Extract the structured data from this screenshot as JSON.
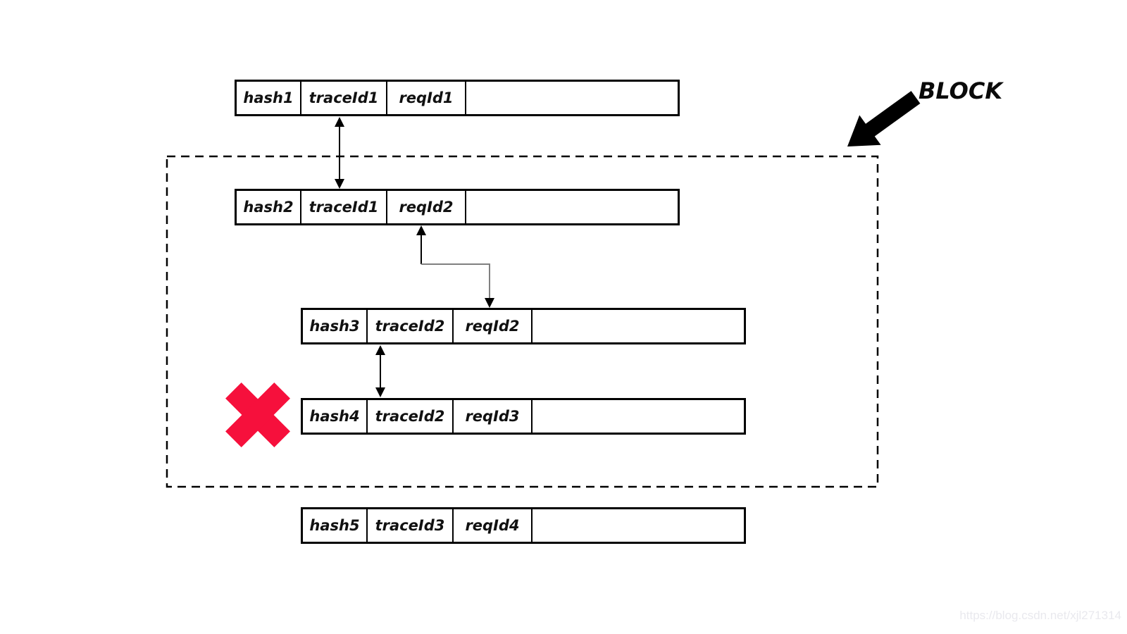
{
  "diagram": {
    "block_label": "BLOCK",
    "rows": [
      {
        "name": "record-1",
        "cells": [
          "hash1",
          "traceId1",
          "reqId1",
          ""
        ]
      },
      {
        "name": "record-2",
        "cells": [
          "hash2",
          "traceId1",
          "reqId2",
          ""
        ]
      },
      {
        "name": "record-3",
        "cells": [
          "hash3",
          "traceId2",
          "reqId2",
          ""
        ]
      },
      {
        "name": "record-4",
        "cells": [
          "hash4",
          "traceId2",
          "reqId3",
          ""
        ],
        "rejected": true
      },
      {
        "name": "record-5",
        "cells": [
          "hash5",
          "traceId3",
          "reqId4",
          ""
        ]
      }
    ],
    "connectors": [
      {
        "type": "double-arrow",
        "from": "record-1.traceId1",
        "to": "record-2.traceId1"
      },
      {
        "type": "elbow-arrow",
        "from": "record-2.reqId2",
        "to": "record-3.reqId2"
      },
      {
        "type": "double-arrow",
        "from": "record-3.traceId2",
        "to": "record-4.traceId2"
      }
    ],
    "icons": {
      "reject_cross": "x-mark",
      "block_pointer": "arrow-down-left"
    },
    "colors": {
      "line": "#000000",
      "connector_gray": "#808080",
      "reject_cross": "#f6103c",
      "watermark": "#e9e9ee",
      "background": "#ffffff"
    }
  },
  "watermark": {
    "text": "https://blog.csdn.net/xjl271314"
  }
}
